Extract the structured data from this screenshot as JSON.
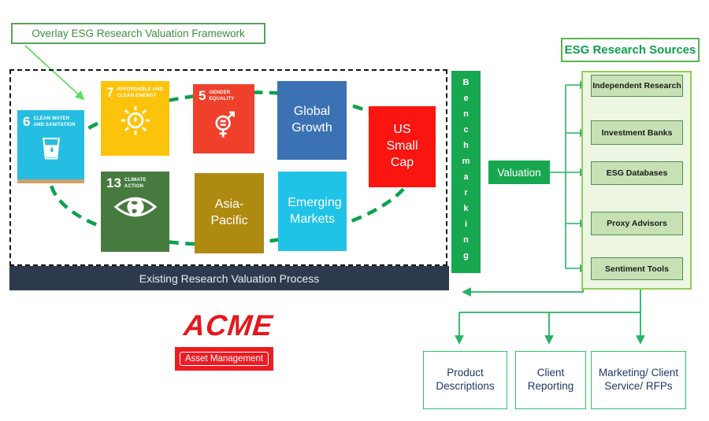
{
  "overlay_label": "Overlay ESG Research Valuation Framework",
  "process_bar": {
    "label": "Existing Research Valuation Process",
    "color": "#2D3A4D"
  },
  "sdg_tiles": [
    {
      "number": "6",
      "title": "CLEAN WATER AND SANITATION",
      "color": "#26BDE2",
      "icon": "water-glass-icon"
    },
    {
      "number": "7",
      "title": "AFFORDABLE AND CLEAN ENERGY",
      "color": "#FCC30B",
      "icon": "sun-icon"
    },
    {
      "number": "5",
      "title": "GENDER EQUALITY",
      "color": "#EF402B",
      "icon": "gender-equality-icon"
    },
    {
      "number": "13",
      "title": "CLIMATE ACTION",
      "color": "#477A3E",
      "icon": "eye-globe-icon"
    }
  ],
  "strategies": [
    {
      "label": "Global Growth",
      "color": "#3B72B4"
    },
    {
      "label": "US Small Cap",
      "color": "#FA1511"
    },
    {
      "label": "Asia-Pacific",
      "color": "#AE8A10"
    },
    {
      "label": "Emerging Markets",
      "color": "#20C3E8"
    }
  ],
  "benchmarking": {
    "label": "Benchmarking",
    "color": "#17A74E"
  },
  "valuation": {
    "label": "Valuation",
    "color": "#17A74E"
  },
  "esg_sources": {
    "title": "ESG Research Sources",
    "items": [
      "Independent Research",
      "Investment Banks",
      "ESG Databases",
      "Proxy Advisors",
      "Sentiment Tools"
    ]
  },
  "outputs": [
    "Product Descriptions",
    "Client Reporting",
    "Marketing/ Client Service/ RFPs"
  ],
  "logo": {
    "name": "ACME",
    "subtitle": "Asset Management",
    "color": "#E3191D"
  },
  "accent_colors": {
    "connector_green": "#25B364",
    "ellipse_green": "#09A24E",
    "light_arrow_green": "#5FDC5F",
    "panel_border_green": "#92D050"
  }
}
